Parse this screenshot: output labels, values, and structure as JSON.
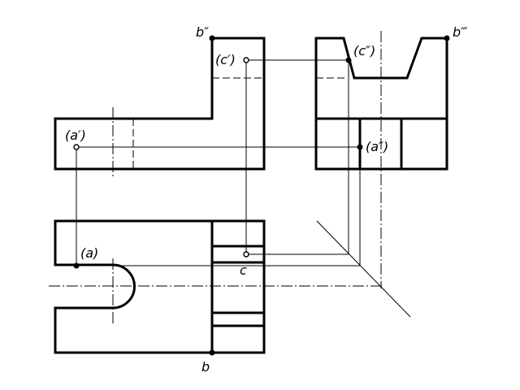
{
  "labels": {
    "b_front": "b″",
    "b_side": "b‴",
    "b_top": "b",
    "c_front": "(c′)",
    "c_side": "(c″)",
    "c_top": "c",
    "a_front": "(a′)",
    "a_side": "(a″)",
    "a_top": "(a)"
  },
  "colors": {
    "ink": "#000000",
    "paper": "#ffffff"
  }
}
